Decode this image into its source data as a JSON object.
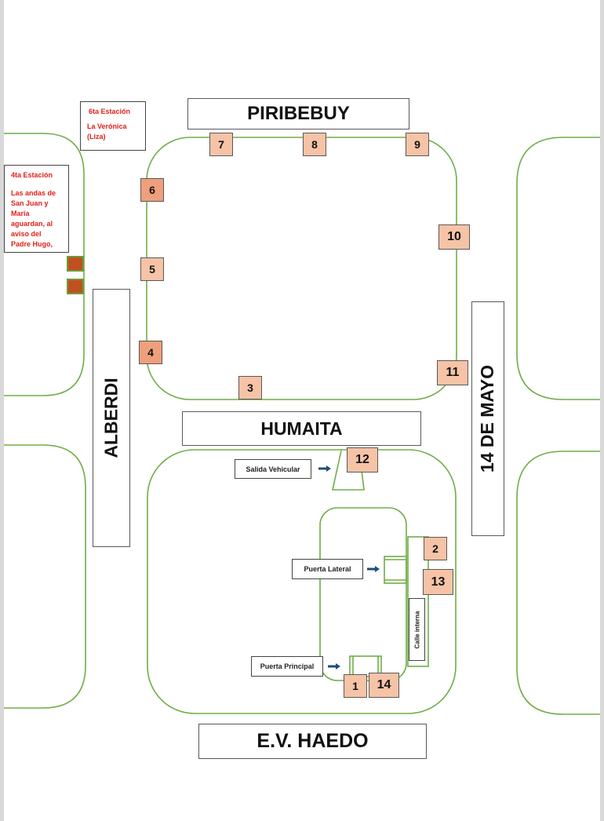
{
  "streets": {
    "piribebuy": "PIRIBEBUY",
    "humaita": "HUMAITA",
    "alberdi": "ALBERDI",
    "catorce_de_mayo": "14 DE MAYO",
    "ev_haedo": "E.V. HAEDO"
  },
  "stations": [
    {
      "number": "1"
    },
    {
      "number": "2"
    },
    {
      "number": "3"
    },
    {
      "number": "4"
    },
    {
      "number": "5"
    },
    {
      "number": "6"
    },
    {
      "number": "7"
    },
    {
      "number": "8"
    },
    {
      "number": "9"
    },
    {
      "number": "10"
    },
    {
      "number": "11"
    },
    {
      "number": "12"
    },
    {
      "number": "13"
    },
    {
      "number": "14"
    }
  ],
  "notes": {
    "sixth": {
      "title": "6ta Estación",
      "body": "La Verónica (Liza)"
    },
    "fourth": {
      "title": "4ta Estación",
      "body": "Las andas de San Juan y María aguardan, al aviso del Padre Hugo,"
    }
  },
  "labels": {
    "salida_vehicular": "Salida Vehicular",
    "puerta_lateral": "Puerta Lateral",
    "puerta_principal": "Puerta Principal",
    "calle_interna": "Calle interna"
  },
  "colors": {
    "route_line": "#70ad47",
    "station_fill": "#f6c3a6",
    "station_fill_dark": "#ef9f7c",
    "note_text": "#e0201a",
    "arrow": "#1f4e79",
    "marker_fill": "#c0501f"
  }
}
